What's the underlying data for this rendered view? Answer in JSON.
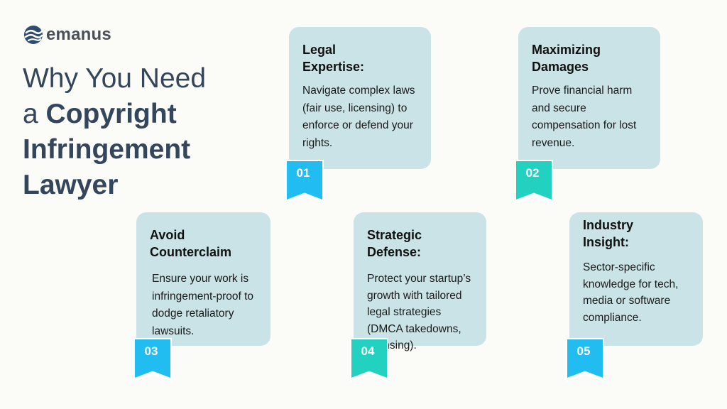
{
  "brand": {
    "name": "emanus"
  },
  "title": {
    "line1": "Why You Need",
    "line2_prefix": "a ",
    "line2_bold": "Copyright",
    "line3": "Infringement",
    "line4": "Lawyer"
  },
  "cards": [
    {
      "number": "01",
      "title": "Legal Expertise:",
      "text": "Navigate complex laws (fair use, licensing) to enforce or defend your rights.",
      "badge_color": "#22bdf0"
    },
    {
      "number": "02",
      "title": "Maximizing Damages",
      "text": "Prove financial harm and secure compensation for lost revenue.",
      "badge_color": "#22d1bf"
    },
    {
      "number": "03",
      "title": "Avoid Counterclaim",
      "text": "Ensure your work is infringement-proof to dodge retaliatory lawsuits.",
      "badge_color": "#22bdf0"
    },
    {
      "number": "04",
      "title": "Strategic Defense:",
      "text": "Protect your startup’s growth with tailored legal strategies (DMCA takedowns, licensing).",
      "badge_color": "#22d1bf"
    },
    {
      "number": "05",
      "title": "Industry Insight:",
      "text": "Sector-specific knowledge for tech, media or software compliance.",
      "badge_color": "#22bdf0"
    }
  ]
}
